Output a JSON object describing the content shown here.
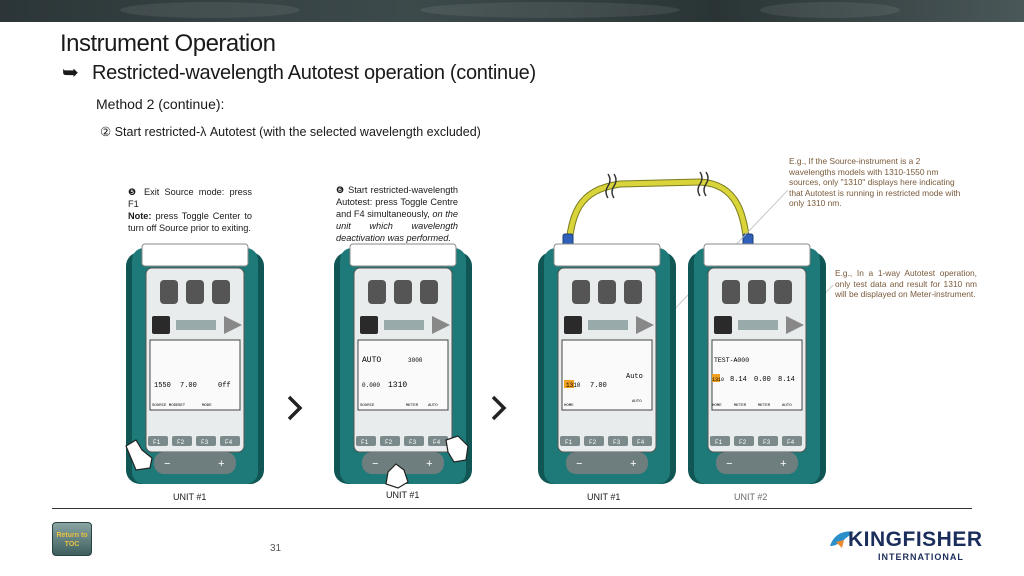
{
  "title": "Instrument Operation",
  "subtitle": "Restricted-wavelength Autotest operation (continue)",
  "method": "Method 2 (continue):",
  "step": "② Start restricted-λ Autotest  (with the selected wavelength excluded)",
  "note1": {
    "num": "❺",
    "line1": "Exit Source mode: press F1",
    "note_label": "Note:",
    "rest": "press Toggle Center to turn off Source prior to exiting."
  },
  "note2": {
    "num": "❻",
    "plain": "Start restricted-wavelength Autotest: press Toggle Centre and F4 simultaneously,",
    "italic": "on the unit which wavelength deactivation was performed."
  },
  "note3": "E.g., If the Source-instrument is a 2 wavelengths models with 1310-1550 nm sources, only \"1310\" displays here indicating that Autotest is running in restricted mode with only 1310 nm.",
  "note4": "E.g., In a 1-way Autotest operation, only test data and result for 1310 nm will be displayed on Meter-instrument.",
  "units": [
    "UNIT #1",
    "UNIT #1",
    "UNIT #1",
    "UNIT #2"
  ],
  "toc_button": "Return to TOC",
  "page_number": "31",
  "logo": {
    "word": "KINGFISHER",
    "sub": "INTERNATIONAL"
  },
  "devices": [
    {
      "keys": [
        "F1",
        "F2",
        "F3",
        "F4"
      ],
      "soft": [
        "SOURCE MODE",
        "SET",
        "MODE"
      ],
      "lcd": [
        "1550",
        "7.00",
        "0ff"
      ]
    },
    {
      "keys": [
        "F1",
        "F2",
        "F3",
        "F4"
      ],
      "soft": [
        "SOURCE",
        "METER",
        "AUTO"
      ],
      "lcd": [
        "AUTO",
        "3000",
        "0.000",
        "1310"
      ]
    },
    {
      "keys": [
        "F1",
        "F2",
        "F3",
        "F4"
      ],
      "soft": [
        "HOME",
        "AUTO"
      ],
      "lcd": [
        "1310",
        "7.00",
        "Auto"
      ]
    },
    {
      "keys": [
        "F1",
        "F2",
        "F3",
        "F4"
      ],
      "soft": [
        "HOME",
        "METER",
        "METER",
        "AUTO"
      ],
      "lcd": [
        "TEST-A000",
        "1310",
        "8.14",
        "0.00",
        "8.14"
      ]
    }
  ],
  "colors": {
    "body": "#1d7a78",
    "body_dark": "#0f5654",
    "fiber": "#d8d43a",
    "connector": "#2f5fb8",
    "logo": "#1b2d5a"
  }
}
